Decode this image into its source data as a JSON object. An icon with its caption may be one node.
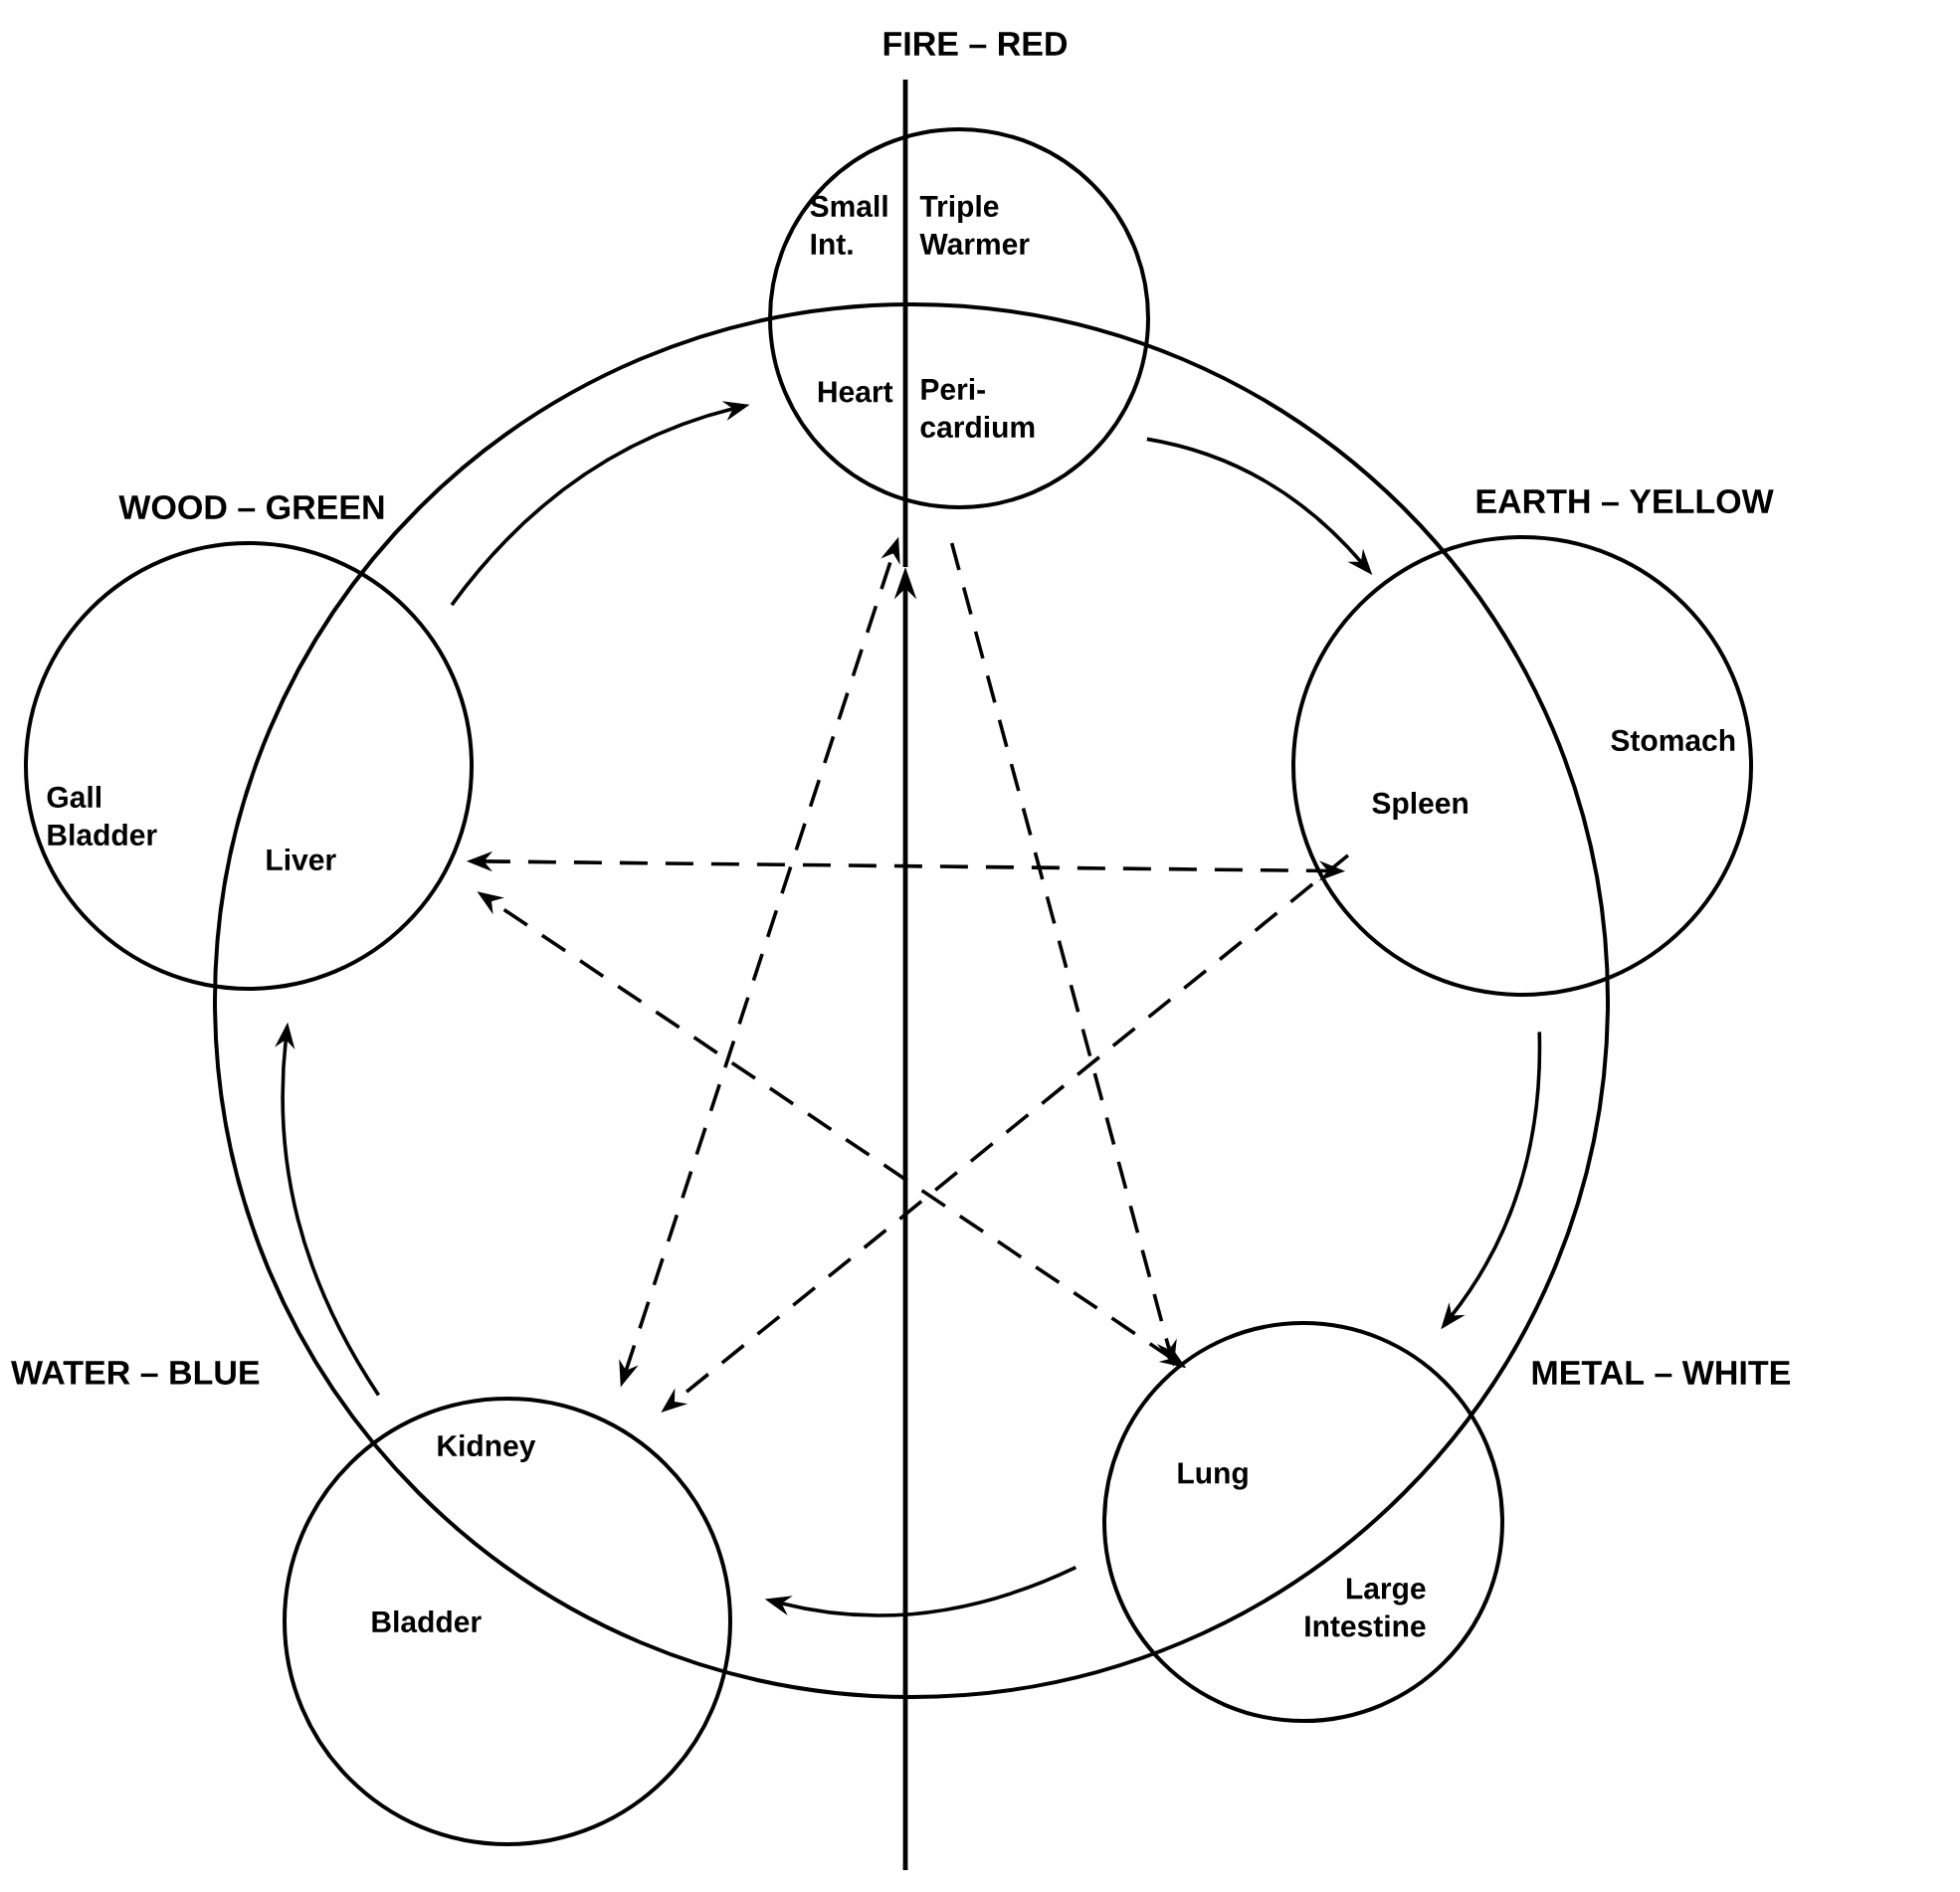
{
  "diagram": {
    "nodes": [
      {
        "text": [
          "FIRE – RED",
          "Small Int.",
          "Triple Warmer",
          "Heart",
          "Peri- cardium"
        ]
      },
      {
        "text": [
          "WOOD – GREEN",
          "Gall Bladder",
          "Liver"
        ]
      },
      {
        "text": [
          "EARTH – YELLOW",
          "Stomach",
          "Spleen"
        ]
      },
      {
        "text": [
          "WATER – BLUE",
          "Kidney",
          "Bladder"
        ]
      },
      {
        "text": [
          "METAL – WHITE",
          "Lung",
          "Large Intestine"
        ]
      }
    ],
    "edges": [
      {
        "from": 0,
        "to": 2,
        "arrow": "to"
      },
      {
        "from": 2,
        "to": 4,
        "arrow": "to"
      },
      {
        "from": 4,
        "to": 3,
        "arrow": "to"
      },
      {
        "from": 3,
        "to": 1,
        "arrow": "to"
      },
      {
        "from": 1,
        "to": 0,
        "arrow": "to"
      },
      {
        "from": 1,
        "to": 2,
        "arrow": "both",
        "style": "dashed"
      },
      {
        "from": 2,
        "to": 3,
        "arrow": "to",
        "style": "dashed"
      },
      {
        "from": 3,
        "to": 0,
        "arrow": "both",
        "style": "dashed"
      },
      {
        "from": 0,
        "to": 4,
        "arrow": "to",
        "style": "dashed"
      },
      {
        "from": 4,
        "to": 1,
        "arrow": "both",
        "style": "dashed"
      }
    ]
  }
}
